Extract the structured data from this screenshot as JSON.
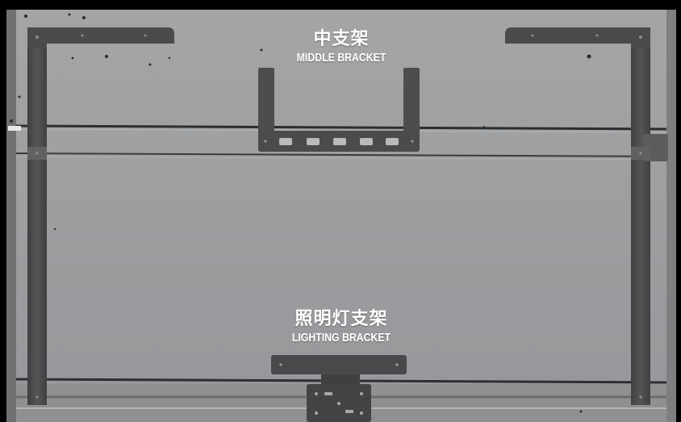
{
  "labels": {
    "middle_bracket": {
      "cn": "中支架",
      "en": "MIDDLE BRACKET"
    },
    "lighting_bracket": {
      "cn": "照明灯支架",
      "en": "LIGHTING BRACKET"
    }
  },
  "colors": {
    "background_panel": "#9b9d9f",
    "bracket": "#4a4b4d",
    "label_text": "#ffffff",
    "frame": "#000000"
  }
}
